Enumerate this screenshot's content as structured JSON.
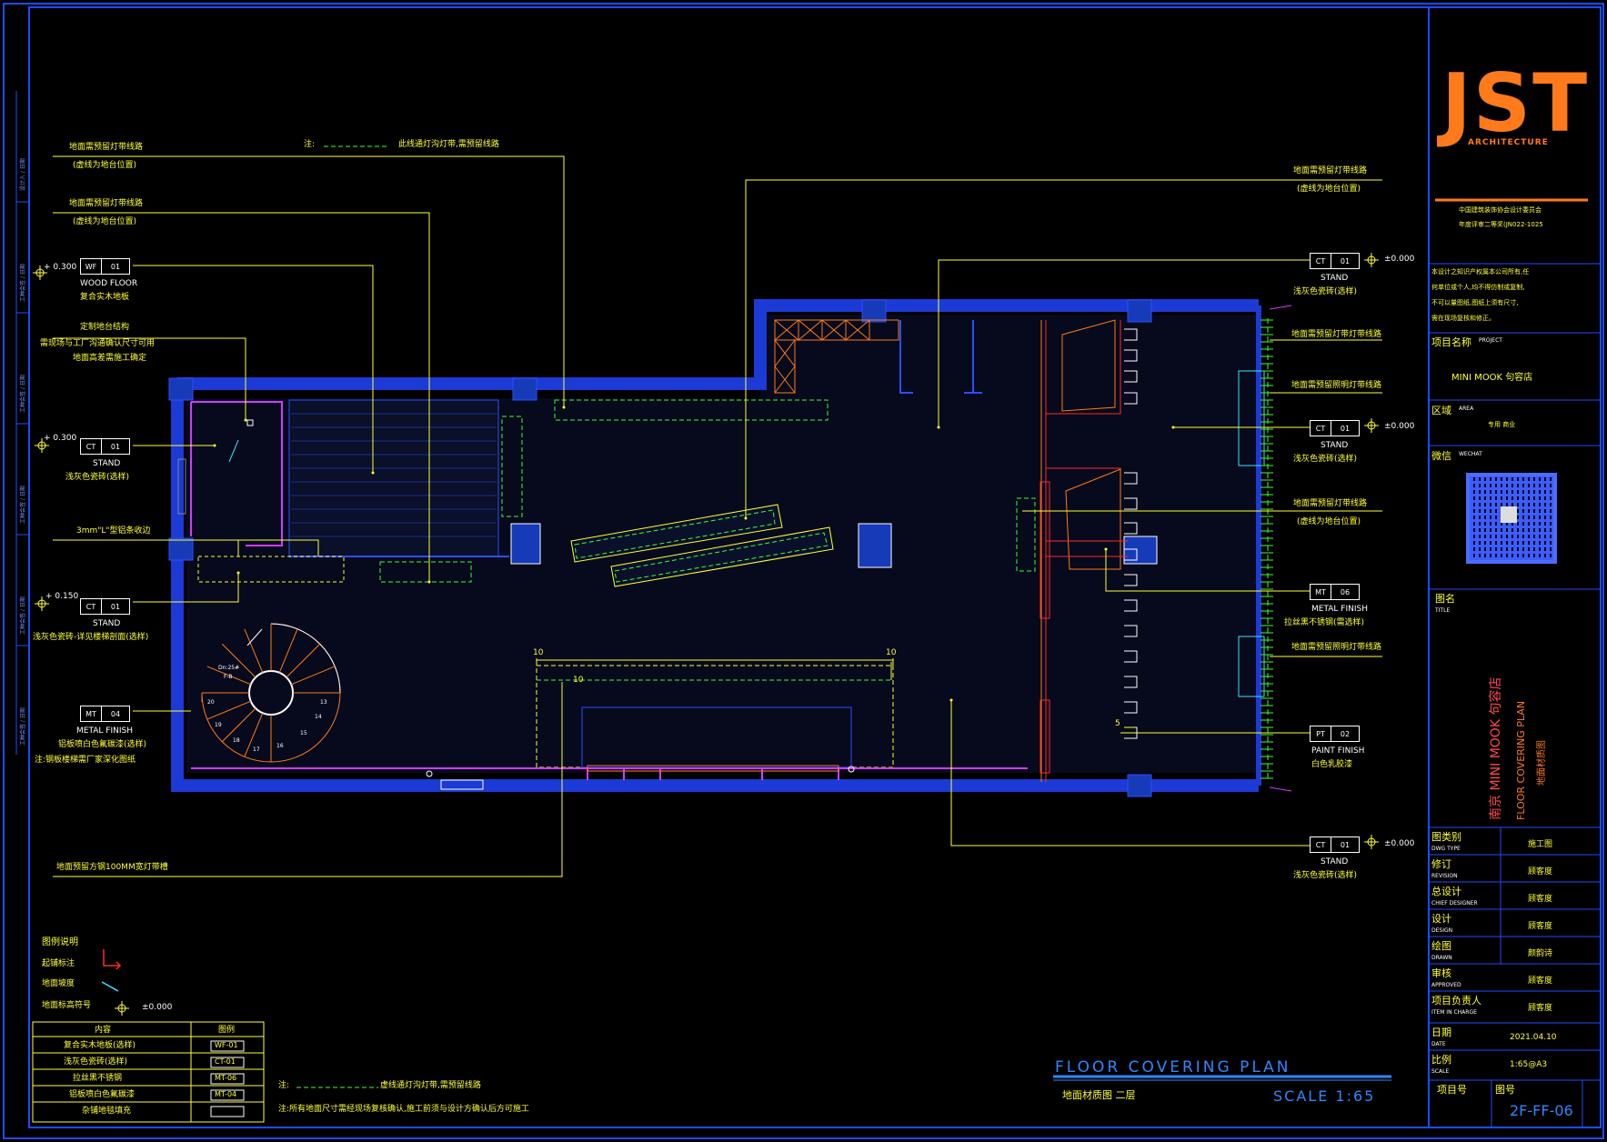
{
  "company": {
    "logo": "JST",
    "logo_sub": "ARCHITECTURE",
    "line1": "中国建筑装饰协会设计委员会",
    "line2": "年度评审二等奖(JN022-1025",
    "note_lines": [
      "本设计之知识产权属本公司所有,任",
      "何单位或个人,均不得仿制或复制,",
      "不可以量图纸,图纸上须有尺寸,",
      "需在现场复核和修正。"
    ]
  },
  "title_block": {
    "project_label": "项目名称",
    "project_sub": "PROJECT",
    "project_value": "MINI MOOK 句容店",
    "area_label": "区域",
    "area_sub": "AREA",
    "area_value": "专用 商业",
    "wechat_label": "微信",
    "wechat_sub": "WECHAT",
    "title_label": "图名",
    "title_sub": "TITLE",
    "vertical_cn_title": "南京 MINI MOOK 句容店",
    "vertical_en_title": "FLOOR COVERING PLAN",
    "vertical_cn_sub": "地面材质图",
    "rows": [
      {
        "label": "图类别",
        "sub": "DWG TYPE",
        "value": "施工图"
      },
      {
        "label": "修订",
        "sub": "REVISION",
        "value": "顾客度"
      },
      {
        "label": "总设计",
        "sub": "CHIEF DESIGNER",
        "value": "顾客度"
      },
      {
        "label": "设计",
        "sub": "DESIGN",
        "value": "顾客度"
      },
      {
        "label": "绘图",
        "sub": "DRAWN",
        "value": "颜韵诗"
      },
      {
        "label": "审核",
        "sub": "APPROVED",
        "value": "顾客度"
      },
      {
        "label": "项目负责人",
        "sub": "ITEM IN CHARGE",
        "value": "顾客度"
      },
      {
        "label": "日期",
        "sub": "DATE",
        "value": "2021.04.10"
      },
      {
        "label": "比例",
        "sub": "SCALE",
        "value": "1:65@A3"
      }
    ],
    "sheet_label": "项目号",
    "drawing_no_label": "图号",
    "drawing_no": "2F-FF-06"
  },
  "drawing_title": {
    "en": "FLOOR COVERING PLAN",
    "cn": "地面材质图  二层",
    "scale": "SCALE  1:65"
  },
  "notes": {
    "top": "注:",
    "top_text": "此线通灯沟灯带,需预留线路",
    "bottom1_prefix": "注:",
    "bottom1_text": "虚线通灯沟灯带,需预留线路",
    "bottom2": "注:所有地面尺寸需经现场复核确认,施工前须与设计方确认后方可施工"
  },
  "annotations_left": [
    {
      "text1": "地面需预留灯带线路",
      "text2": "(虚线为地台位置)"
    },
    {
      "text1": "地面需预留灯带线路",
      "text2": "(虚线为地台位置)"
    },
    {
      "elev": "+ 0.300",
      "code": "WF",
      "num": "01",
      "name": "WOOD FLOOR",
      "cn": "复合实木地板"
    },
    {
      "text1": "定制地台结构",
      "text2": "需现场与工厂沟通确认尺寸可用",
      "text3": "地面高差需施工确定"
    },
    {
      "elev": "+ 0.300",
      "code": "CT",
      "num": "01",
      "name": "STAND",
      "cn": "浅灰色瓷砖(选样)"
    },
    {
      "text1": "3mm\"L\"型铝条收边"
    },
    {
      "elev": "+ 0.150",
      "code": "CT",
      "num": "01",
      "name": "STAND",
      "cn": "浅灰色瓷砖-详见楼梯剖面(选样)"
    },
    {
      "code": "MT",
      "num": "04",
      "name": "METAL FINISH",
      "cn": "铝板喷白色氟碳漆(选样)",
      "cn2": "注:钢板楼梯需厂家深化图纸"
    },
    {
      "text1": "地面预留方钢100MM宽灯带槽"
    }
  ],
  "annotations_right": [
    {
      "text1": "地面需预留灯带线路",
      "text2": "(虚线为地台位置)"
    },
    {
      "elev": "±0.000",
      "code": "CT",
      "num": "01",
      "name": "STAND",
      "cn": "浅灰色瓷砖(选样)"
    },
    {
      "text1": "地面需预留灯带灯带线路"
    },
    {
      "text1": "地面需预留照明灯带线路"
    },
    {
      "elev": "±0.000",
      "code": "CT",
      "num": "01",
      "name": "STAND",
      "cn": "浅灰色瓷砖(选样)"
    },
    {
      "text1": "地面需预留灯带线路",
      "text2": "(虚线为地台位置)"
    },
    {
      "code": "MT",
      "num": "06",
      "name": "METAL FINISH",
      "cn": "拉丝黑不锈钢(需选样)"
    },
    {
      "text1": "地面需预留照明灯带线路"
    },
    {
      "code": "PT",
      "num": "02",
      "name": "PAINT FINISH",
      "cn": "白色乳胶漆"
    },
    {
      "elev": "±0.000",
      "code": "CT",
      "num": "01",
      "name": "STAND",
      "cn": "浅灰色瓷砖(选样)"
    }
  ],
  "legend": {
    "title": "图例说明",
    "items": [
      "起铺标注",
      "地面坡度",
      "地面标高符号"
    ],
    "elev_sample": "±0.000",
    "table_header": [
      "内容",
      "图例"
    ],
    "table_rows": [
      [
        "复合实木地板(选样)",
        "WF-01"
      ],
      [
        "浅灰色瓷砖(选样)",
        "CT-01"
      ],
      [
        "拉丝黑不锈钢",
        "MT-06"
      ],
      [
        "铝板喷白色氟碳漆",
        "MT-04"
      ],
      [
        "杂铺地毯填充",
        ""
      ]
    ]
  },
  "dimensions": [
    "10",
    "10",
    "10",
    "5"
  ],
  "stair_labels": [
    "Dn:25#",
    "F-B",
    "20",
    "19",
    "18",
    "17",
    "16",
    "15",
    "14",
    "13"
  ],
  "side_stamps": [
    "设计人 / 日期",
    "工种会签 / 日期",
    "工种会签 / 日期",
    "工种会签 / 日期",
    "工种会签 / 日期",
    "工种会签 / 日期"
  ],
  "colors": {
    "frame": "#1f4bff",
    "wall": "#1c3ad6",
    "annot": "#ffff33",
    "green": "#39ff39",
    "magenta": "#d13bff",
    "orange": "#ff7a1a",
    "red": "#ff2a2a",
    "cyan": "#33e5ff"
  }
}
